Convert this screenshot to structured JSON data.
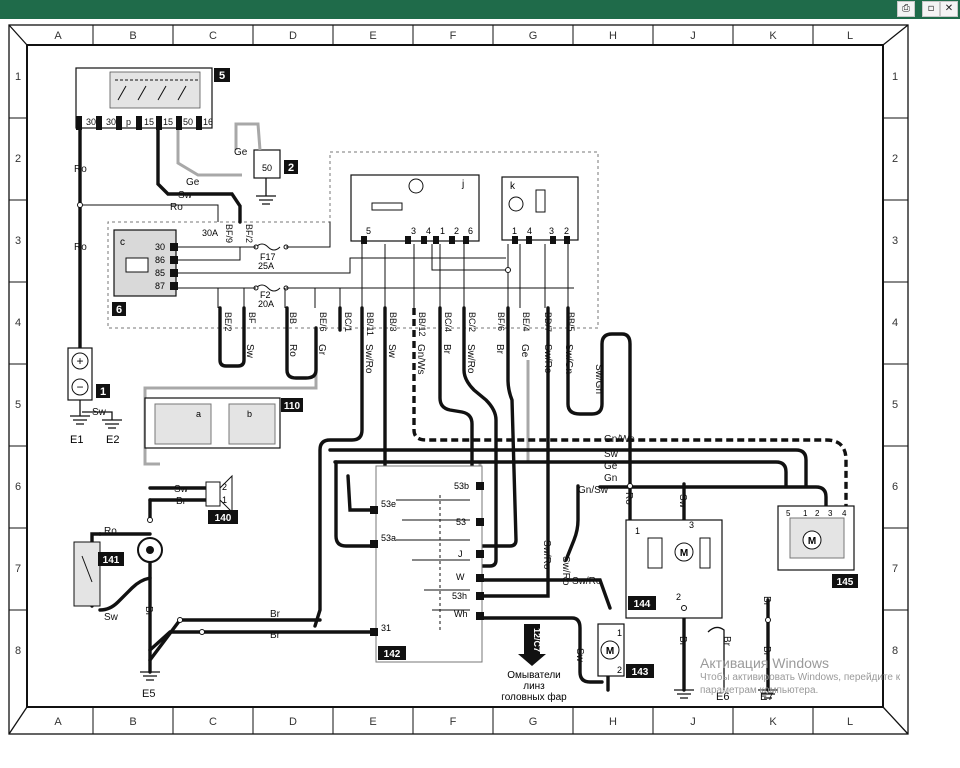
{
  "window": {
    "buttons": [
      {
        "name": "print-icon",
        "glyph": "⎙"
      },
      {
        "name": "restore-icon",
        "glyph": "▫"
      },
      {
        "name": "close-icon",
        "glyph": "✕"
      }
    ]
  },
  "grid": {
    "columns": [
      "A",
      "B",
      "C",
      "D",
      "E",
      "F",
      "G",
      "H",
      "J",
      "K",
      "L"
    ],
    "rows": [
      "1",
      "2",
      "3",
      "4",
      "5",
      "6",
      "7",
      "8"
    ]
  },
  "components": {
    "c5": "5",
    "c2": "2",
    "c6": "6",
    "c1": "1",
    "c110": "110",
    "c140": "140",
    "c141": "141",
    "c142": "142",
    "c143": "143",
    "c144": "144",
    "c145": "145",
    "sub_c": "c",
    "sub_j": "j",
    "sub_k": "k",
    "sub_a": "a",
    "sub_b": "b",
    "motor": "M"
  },
  "terminals": {
    "t5": [
      "30",
      "30",
      "p",
      "15",
      "15",
      "50",
      "16"
    ],
    "t2": "50",
    "t6": [
      "30",
      "86",
      "85",
      "87"
    ],
    "tj": [
      "5",
      "3",
      "4",
      "1",
      "2",
      "6"
    ],
    "tk": [
      "1",
      "4",
      "3",
      "2"
    ],
    "t142": [
      "53b",
      "53e",
      "53",
      "53a",
      "J",
      "W",
      "53h",
      "Wh",
      "31"
    ],
    "t140": [
      "2",
      "1"
    ],
    "t143": [
      "1",
      "2"
    ],
    "t144": [
      "1",
      "3",
      "2"
    ],
    "t145": [
      "5",
      "1",
      "2",
      "3",
      "4"
    ],
    "fuse1": [
      "F17",
      "25A"
    ],
    "fuse2": [
      "F2",
      "20A"
    ],
    "fuse0": "30A"
  },
  "plugs": {
    "top_row": [
      "BF/9",
      "BF/2"
    ],
    "bottom_row": [
      "BE/2",
      "BF",
      "BB",
      "BE/6",
      "BC/1",
      "BB/11",
      "BB/3",
      "BB/12",
      "BC/4",
      "BC/2",
      "BF/6",
      "BE/4",
      "BD/7",
      "BB/5"
    ]
  },
  "wires": {
    "ro": "Ro",
    "ge": "Ge",
    "sw": "Sw",
    "br": "Br",
    "gr": "Gr",
    "sw_ro": "Sw/Ro",
    "gn_ws": "Gn/Ws",
    "sw_gn": "Sw/Gn",
    "gn": "Gn",
    "gn_sw": "Gn/Sw"
  },
  "grounds": [
    "E1",
    "E2",
    "E5",
    "E6",
    "E7"
  ],
  "ref": {
    "tag": "12/C7",
    "caption": [
      "Омыватели",
      "линз",
      "головных фар"
    ]
  },
  "watermark": {
    "title": "Активация Windows",
    "body": "Чтобы активировать Windows, перейдите к параметрам компьютера."
  },
  "colors": {
    "line": "#111111",
    "grey": "#a8a8a8",
    "titlebar": "#1f6b4a"
  }
}
